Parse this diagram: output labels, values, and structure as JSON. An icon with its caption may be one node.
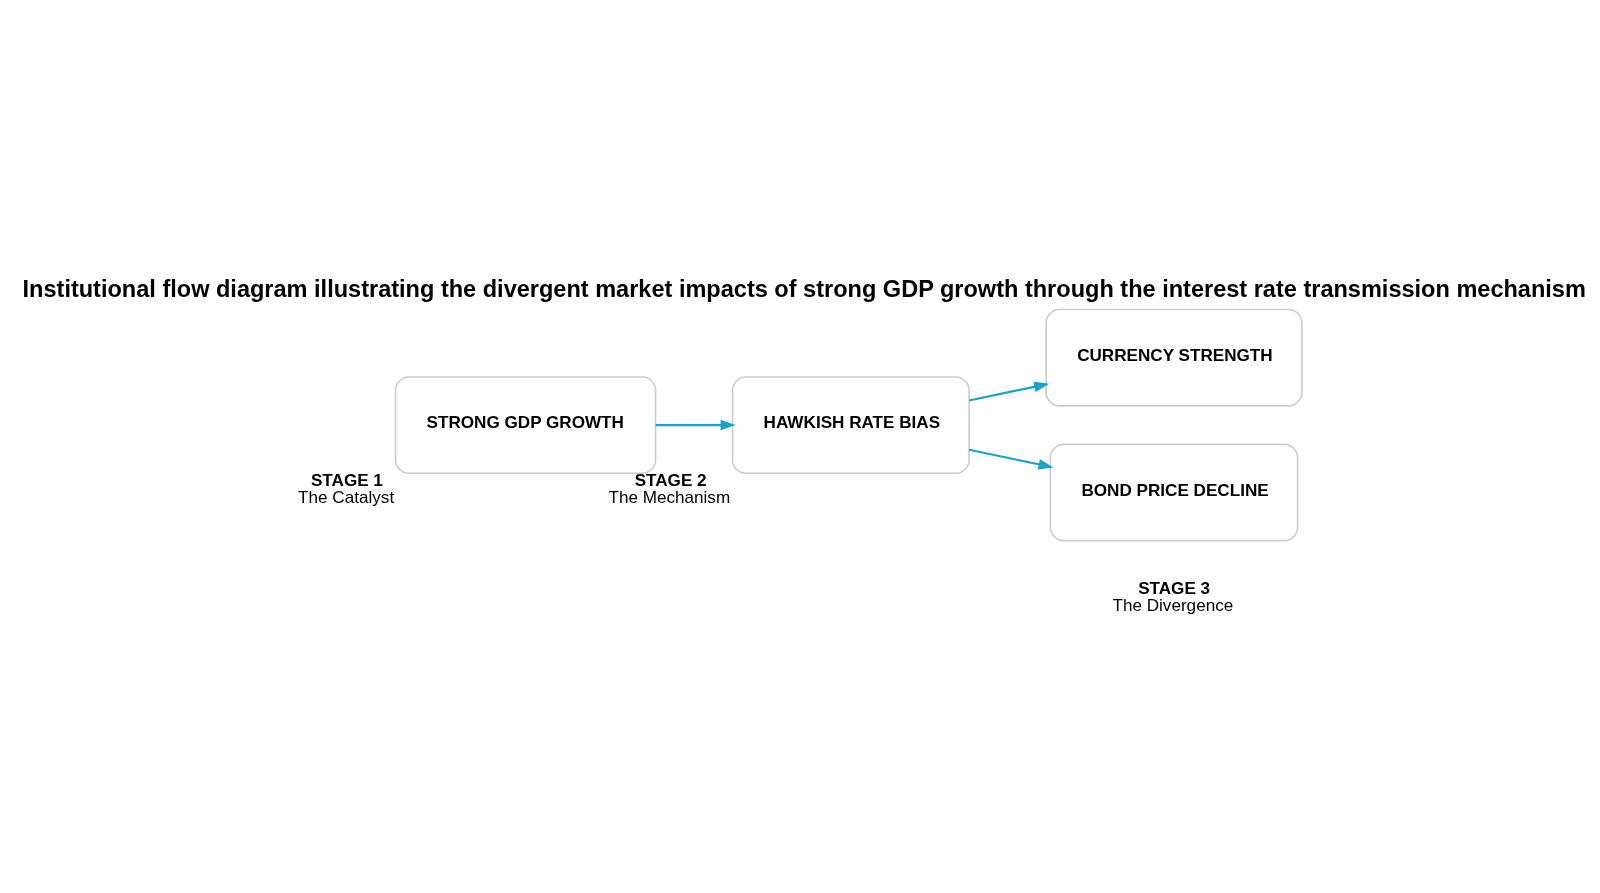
{
  "diagram": {
    "title": "Institutional flow diagram illustrating the divergent market impacts of strong GDP growth through the interest rate transmission mechanism",
    "nodes": [
      {
        "text": [
          "STRONG GDP GROWTH"
        ],
        "beside": [
          "STAGE 1",
          "The Catalyst"
        ]
      },
      {
        "text": [
          "HAWKISH RATE BIAS"
        ],
        "beside": [
          "STAGE 2",
          "The Mechanism"
        ]
      },
      {
        "text": [
          "CURRENCY STRENGTH"
        ]
      },
      {
        "text": [
          "BOND PRICE DECLINE"
        ]
      }
    ],
    "edges": [
      {
        "from": 0,
        "to": 1,
        "arrow": "to"
      },
      {
        "from": 1,
        "to": 2,
        "arrow": "to"
      },
      {
        "from": 1,
        "to": 3,
        "arrow": "to"
      }
    ],
    "labels": [
      "STAGE 3",
      "The Divergence"
    ]
  }
}
